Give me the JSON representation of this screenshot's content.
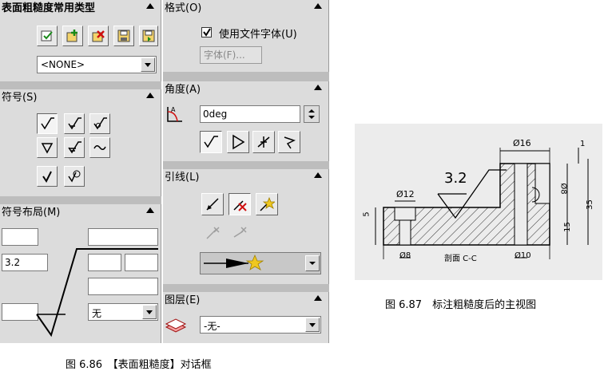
{
  "left_dialog": {
    "favorites": {
      "title": "表面粗糙度常用类型",
      "select_value": "<NONE>"
    },
    "symbol": {
      "title": "符号(S)"
    },
    "layout": {
      "title": "符号布局(M)",
      "value_a": "3.2",
      "lay_select": "无"
    }
  },
  "right_dialog": {
    "format": {
      "title": "格式(O)",
      "use_doc_font": "使用文件字体(U)",
      "font_button": "字体(F)..."
    },
    "angle": {
      "title": "角度(A)",
      "value": "0deg"
    },
    "leader": {
      "title": "引线(L)"
    },
    "layer": {
      "title": "图层(E)",
      "value": "-无-"
    }
  },
  "captions": {
    "fig86": "图 6.86　【表面粗糙度】对话框",
    "fig87": "图 6.87　标注粗糙度后的主视图"
  },
  "drawing": {
    "dim_top": "Ø16",
    "roughness": "3.2",
    "dim_left": "Ø12",
    "dim_circle": "Ø8",
    "dim_bottom_left": "Ø8",
    "section_label": "剖面 C-C",
    "dim_bottom_right": "Ø10",
    "dim_right_1": "15",
    "dim_right_2": "35",
    "dim_left_v": "5",
    "dim_top_right": "1"
  }
}
